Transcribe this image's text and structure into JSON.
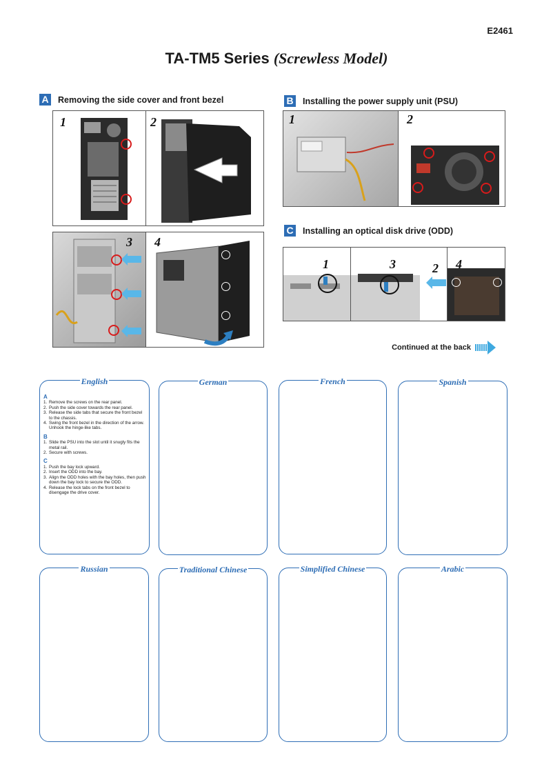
{
  "doc_code": "E2461",
  "title": {
    "main": "TA-TM5 Series",
    "sub": "(Screwless Model)"
  },
  "sections": {
    "A": {
      "letter": "A",
      "heading": "Removing the side cover and front bezel",
      "steps": [
        "1",
        "2",
        "3",
        "4"
      ]
    },
    "B": {
      "letter": "B",
      "heading": "Installing the power supply unit (PSU)",
      "steps": [
        "1",
        "2"
      ]
    },
    "C": {
      "letter": "C",
      "heading": "Installing an optical disk drive (ODD)",
      "steps": [
        "1",
        "3",
        "2",
        "4"
      ]
    }
  },
  "continued": "Continued at the back",
  "languages": [
    "English",
    "German",
    "French",
    "Spanish",
    "Russian",
    "Traditional Chinese",
    "Simplified Chinese",
    "Arabic"
  ],
  "english": {
    "A": {
      "letter": "A",
      "items": [
        {
          "n": "1.",
          "text": "Remove the screws on the rear panel."
        },
        {
          "n": "2.",
          "text": "Push the side cover towards the rear panel."
        },
        {
          "n": "3.",
          "text": "Release the side tabs that secure the front bezel to the chassis."
        },
        {
          "n": "4.",
          "text": "Swing the front bezel in the direction of the arrow. Unhook the hinge-like tabs."
        }
      ]
    },
    "B": {
      "letter": "B",
      "items": [
        {
          "n": "1.",
          "text": "Slide the PSU into the slot until it snugly fits the metal rail."
        },
        {
          "n": "2.",
          "text": "Secure with screws."
        }
      ]
    },
    "C": {
      "letter": "C",
      "items": [
        {
          "n": "1.",
          "text": "Push the bay lock upward."
        },
        {
          "n": "2.",
          "text": "Insert the ODD into the bay."
        },
        {
          "n": "3.",
          "text": "Align the ODD holes with the bay holes, then push down the bay lock to secure the ODD."
        },
        {
          "n": "4.",
          "text": "Release the lock tabs on the front bezel to disengage the drive cover."
        }
      ]
    }
  },
  "colors": {
    "accent": "#2d6db5",
    "marker_red": "#d81b1b",
    "arrow_blue": "#59b7e8"
  }
}
